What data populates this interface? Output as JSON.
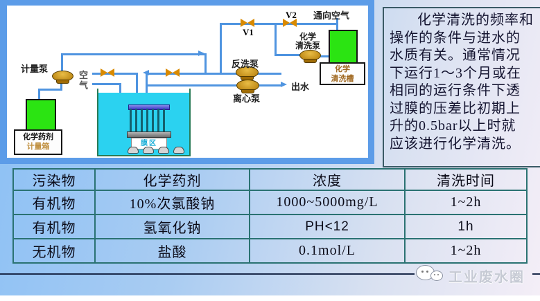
{
  "slide": {
    "type": "presentation-slide",
    "colors": {
      "background_left": "#8bc0f5",
      "background_right": "#f4eef7",
      "diagram_frame": "#5c9ce8",
      "pipe_blue": "#4f94e0",
      "pump_amber": "#b27a08",
      "valve_orange": "#d98a00",
      "tank_green": "#2be412",
      "water_cyan": "#2bd2f0",
      "table_border_teal": "#2a7272",
      "footer_line_navy": "#1b2a4a"
    }
  },
  "diagram": {
    "labels": {
      "metering_pump": "计量泵",
      "air_char1": "空",
      "air_char2": "气",
      "valve_v1": "V1",
      "valve_v2": "V2",
      "to_air": "通向空气",
      "chem_clean_pump_l1": "化学",
      "chem_clean_pump_l2": "清洗泵",
      "backwash_pump": "反洗泵",
      "centrifugal_pump": "离心泵",
      "outlet_water": "出水",
      "chem_clean_tank_l1": "化学",
      "chem_clean_tank_l2": "清洗槽",
      "membrane_zone": "膜区",
      "chem_agent_box_l1": "化学药剂",
      "chem_agent_box_l2": "计量箱"
    }
  },
  "text_box": {
    "lines": [
      "化学清洗的频率和",
      "操作的条件与进水的",
      "水质有关。通常情况",
      "下运行1～3个月或在",
      "相同的运行条件下透",
      "过膜的压差比初期上",
      "升的0.5bar以上时就",
      "应该进行化学清洗。"
    ]
  },
  "table": {
    "headers": [
      "污染物",
      "化学药剂",
      "浓度",
      "清洗时间"
    ],
    "rows": [
      {
        "cells": [
          "有机物",
          "10%次氯酸钠",
          "1000~5000mg/L",
          "1~2h"
        ]
      },
      {
        "cells": [
          "有机物",
          "氢氧化钠",
          "PH<12",
          "1h"
        ]
      },
      {
        "cells": [
          "无机物",
          "盐酸",
          "0.1mol/L",
          "1~2h"
        ]
      }
    ]
  },
  "footer": {
    "watermark": "工业废水圈"
  }
}
